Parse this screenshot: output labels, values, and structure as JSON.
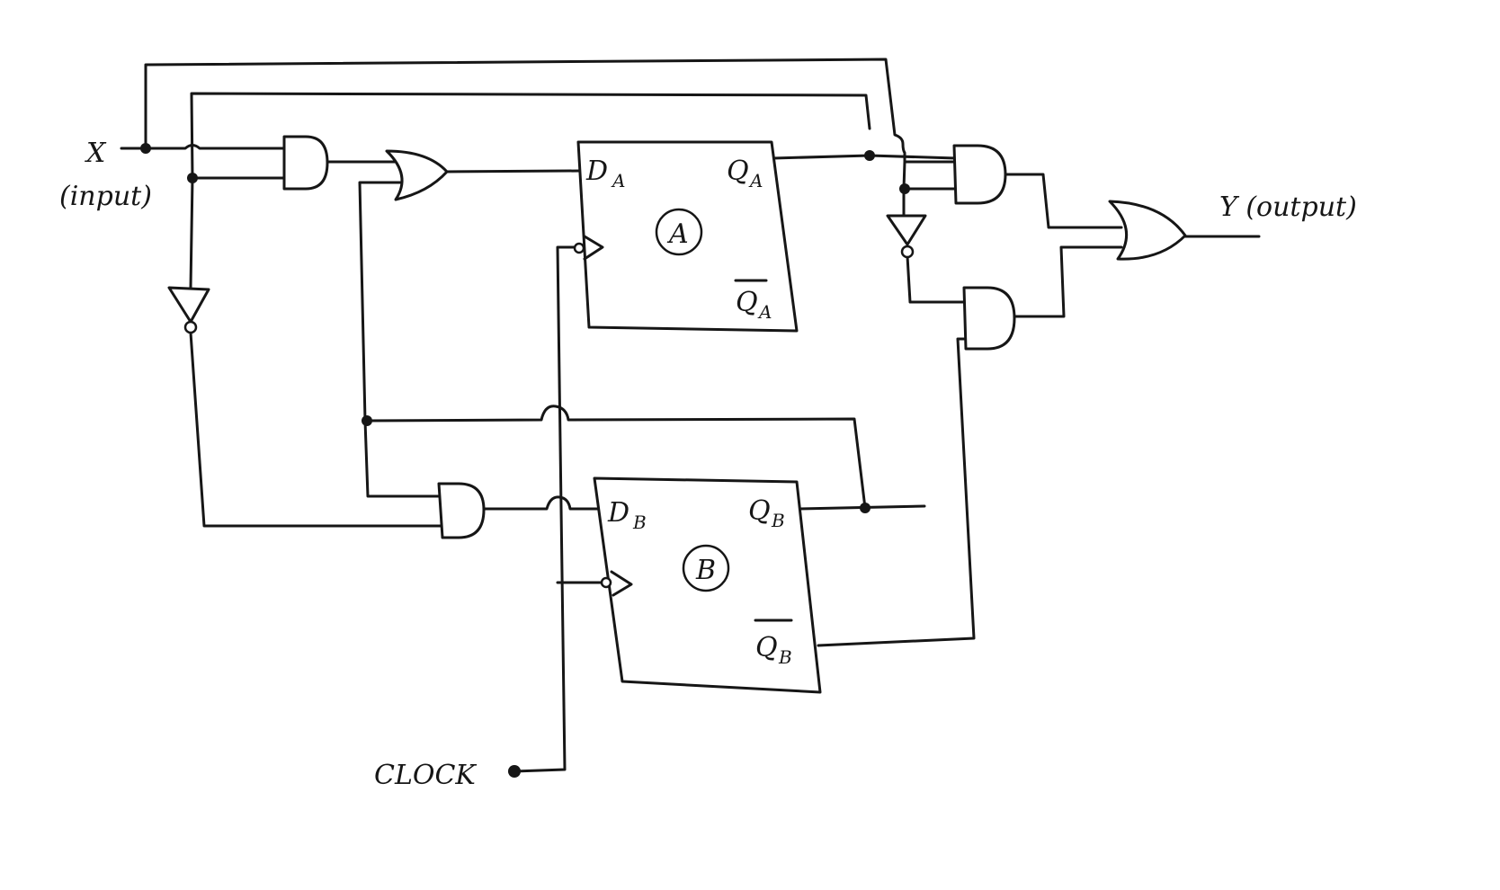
{
  "labels": {
    "x_input": "X",
    "x_input_note": "(input)",
    "y_output": "Y (output)",
    "clock": "CLOCK"
  },
  "flip_flops": [
    {
      "id": "A",
      "d": "D",
      "d_sub": "A",
      "q": "Q",
      "q_sub": "A",
      "qbar": "Q",
      "qbar_sub": "A"
    },
    {
      "id": "B",
      "d": "D",
      "d_sub": "B",
      "q": "Q",
      "q_sub": "B",
      "qbar": "Q",
      "qbar_sub": "B"
    }
  ],
  "gates": [
    {
      "id": "and-input",
      "type": "AND"
    },
    {
      "id": "or-da",
      "type": "OR"
    },
    {
      "id": "and-db",
      "type": "AND"
    },
    {
      "id": "and-y-top",
      "type": "AND"
    },
    {
      "id": "and-y-bottom",
      "type": "AND"
    },
    {
      "id": "or-y",
      "type": "OR"
    },
    {
      "id": "not-x",
      "type": "NOT"
    },
    {
      "id": "not-qa",
      "type": "NOT"
    }
  ],
  "colors": {
    "ink": "#161616",
    "paper": "#ffffff"
  }
}
